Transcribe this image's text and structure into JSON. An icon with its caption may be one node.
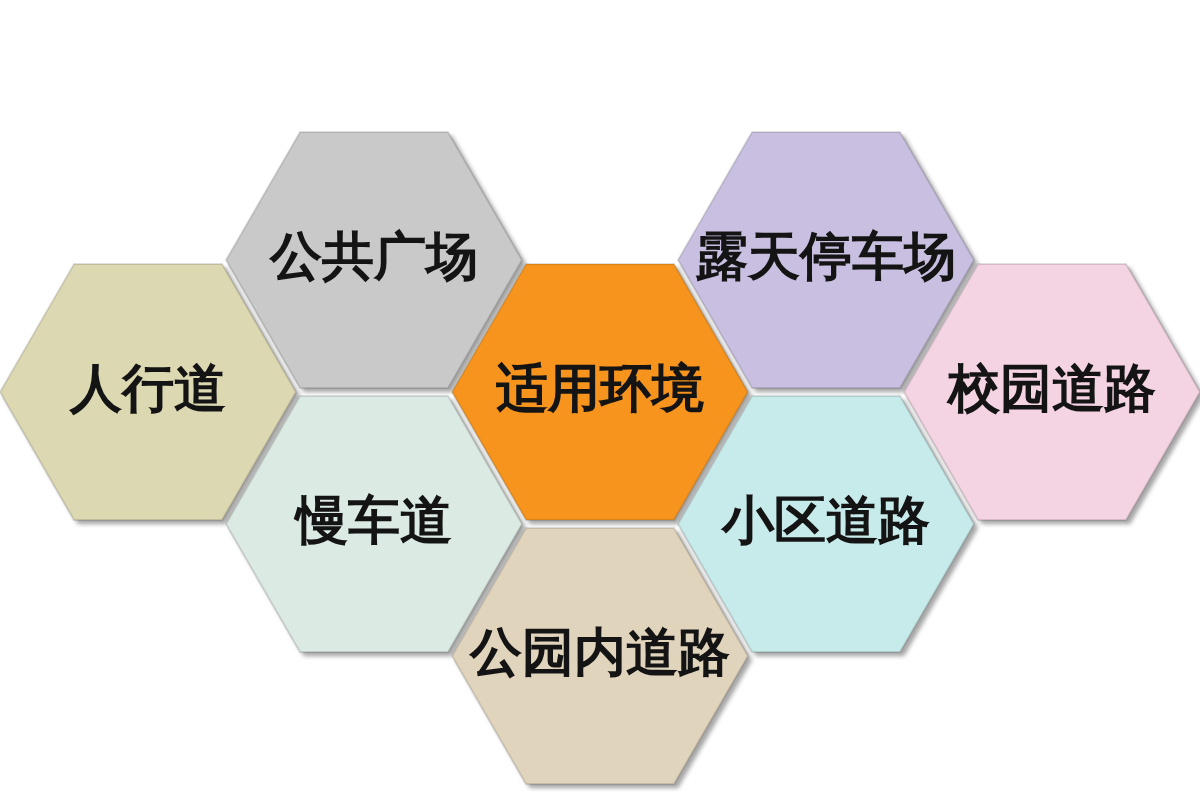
{
  "diagram": {
    "nodes": [
      {
        "text": [
          "公共广场"
        ]
      },
      {
        "text": [
          "露天停车场"
        ]
      },
      {
        "text": [
          "人行道"
        ]
      },
      {
        "text": [
          "适用环境"
        ]
      },
      {
        "text": [
          "校园道路"
        ]
      },
      {
        "text": [
          "慢车道"
        ]
      },
      {
        "text": [
          "小区道路"
        ]
      },
      {
        "text": [
          "公园内道路"
        ]
      }
    ]
  }
}
